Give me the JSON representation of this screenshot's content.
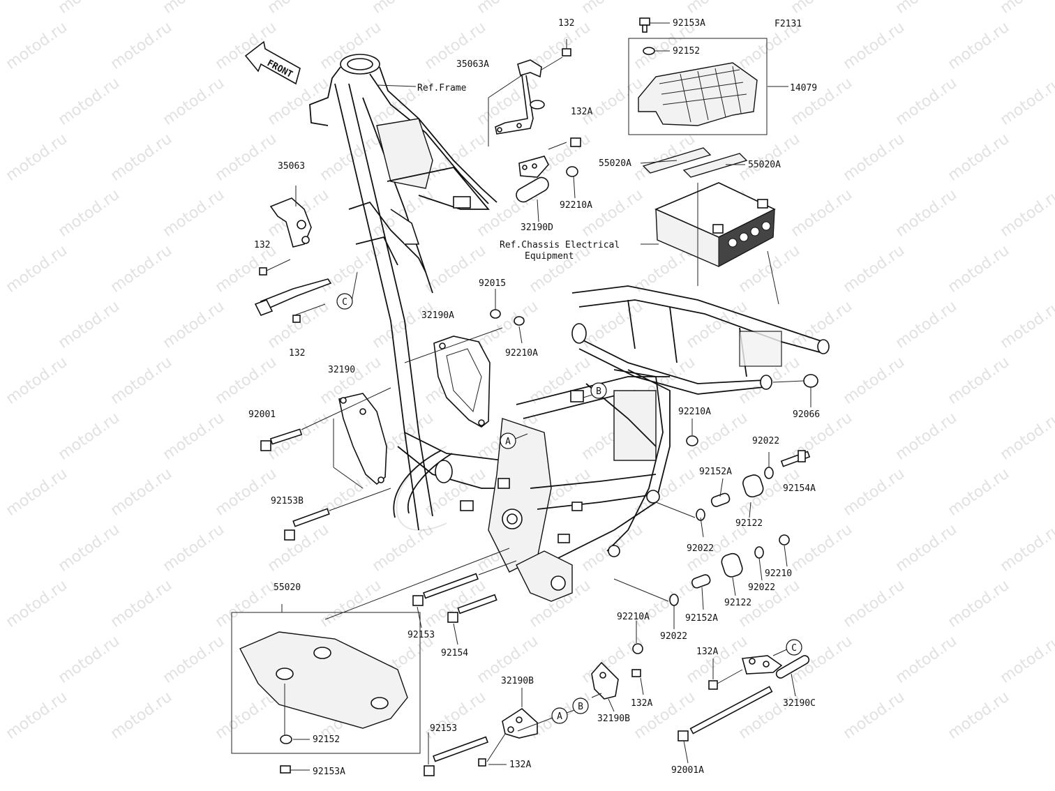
{
  "diagram_code": "F2131",
  "front_label": "FRONT",
  "references": {
    "frame": "Ref.Frame",
    "chassis_line1": "Ref.Chassis Electrical",
    "chassis_line2": "Equipment"
  },
  "watermark": "motod.ru",
  "callouts": [
    "A",
    "B",
    "C"
  ],
  "part_labels": {
    "p132_top": "132",
    "p35063A": "35063A",
    "p132A_top": "132A",
    "p92153A_top": "92153A",
    "p92152_top": "92152",
    "p14079": "14079",
    "p55020A_left": "55020A",
    "p55020A_right": "55020A",
    "p92210A_upper": "92210A",
    "p32190D": "32190D",
    "p35063": "35063",
    "p132_left": "132",
    "p132_lower": "132",
    "p92015": "92015",
    "p32190A": "32190A",
    "p92210A_mid": "92210A",
    "p32190": "32190",
    "p92001": "92001",
    "p92066": "92066",
    "p92210A_right": "92210A",
    "p92022_a": "92022",
    "p92152A_a": "92152A",
    "p92154A": "92154A",
    "p92153B": "92153B",
    "p92122_a": "92122",
    "p92022_b": "92022",
    "p92210": "92210",
    "p92022_c": "92022",
    "p92122_b": "92122",
    "p92152A_b": "92152A",
    "p92022_d": "92022",
    "p55020": "55020",
    "p92153_mid": "92153",
    "p92154": "92154",
    "p92210A_bottom": "92210A",
    "p132A_bottom_right": "132A",
    "p132A_mid": "132A",
    "p32190B_left": "32190B",
    "p32190B_right": "32190B",
    "p32190C": "32190C",
    "p92152_bottom": "92152",
    "p92153_bottom": "92153",
    "p132A_bottom": "132A",
    "p92153A_bottom": "92153A",
    "p92001A": "92001A"
  }
}
